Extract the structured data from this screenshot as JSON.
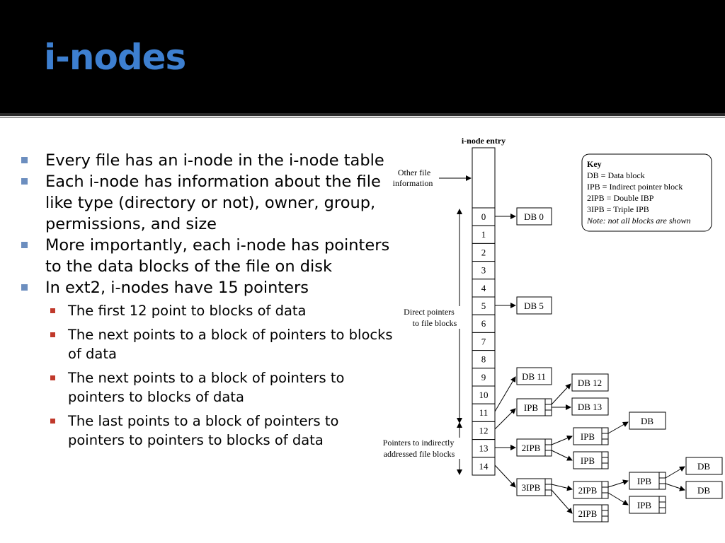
{
  "slide": {
    "title": "i-nodes",
    "bullets": [
      {
        "text": "Every file has an i-node in the i-node table"
      },
      {
        "text": "Each i-node has information about the file like type (directory or not), owner, group, permissions, and size"
      },
      {
        "text": "More importantly, each i-node has pointers to the data blocks of the file on disk"
      },
      {
        "text": "In ext2, i-nodes have 15 pointers",
        "children": [
          "The first 12 point to blocks of data",
          "The next points to a block of pointers to blocks of data",
          "The next points to a block of pointers to pointers to blocks of data",
          "The last points to a block of pointers to pointers to pointers to blocks of data"
        ]
      }
    ]
  },
  "diagram": {
    "entry_title": "i-node entry",
    "other_info": [
      "Other file",
      "information"
    ],
    "direct_label": [
      "Direct pointers",
      "to file blocks"
    ],
    "indirect_label": [
      "Pointers to indirectly",
      "addressed file blocks"
    ],
    "slots": [
      "0",
      "1",
      "2",
      "3",
      "4",
      "5",
      "6",
      "7",
      "8",
      "9",
      "10",
      "11",
      "12",
      "13",
      "14"
    ],
    "key": {
      "title": "Key",
      "lines": [
        "DB = Data block",
        "IPB = Indirect pointer block",
        "2IPB = Double IBP",
        "3IPB = Triple IPB"
      ],
      "note": "Note: not all blocks are shown"
    },
    "blocks": {
      "db0": "DB 0",
      "db5": "DB 5",
      "db11": "DB 11",
      "db12": "DB 12",
      "db13": "DB 13",
      "ipb": "IPB",
      "ipb2": "2IPB",
      "ipb3": "3IPB",
      "db": "DB"
    }
  }
}
